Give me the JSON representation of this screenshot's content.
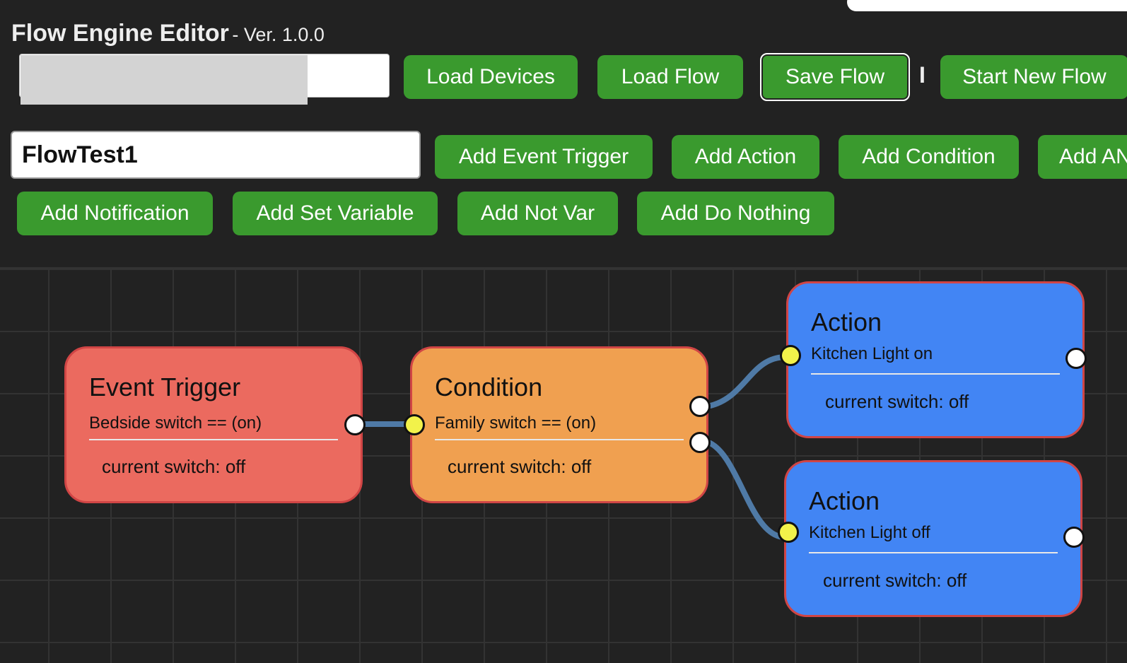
{
  "header": {
    "title": "Flow Engine Editor",
    "version": "- Ver. 1.0.0"
  },
  "toolbar_row1": {
    "device_input_value": "",
    "buttons": [
      "Load Devices",
      "Load Flow",
      "Save Flow",
      "Start New Flow"
    ],
    "separator": "I"
  },
  "toolbar_row2": {
    "flow_name": "FlowTest1",
    "buttons": [
      "Add Event Trigger",
      "Add Action",
      "Add Condition",
      "Add AND"
    ]
  },
  "toolbar_row3": {
    "buttons": [
      "Add Notification",
      "Add Set Variable",
      "Add Not Var",
      "Add Do Nothing"
    ]
  },
  "colors": {
    "button_green": "#3a9a2e",
    "event_trigger": "#eb6a5f",
    "condition": "#f0a050",
    "action": "#4285f4",
    "edge": "#4f7aa6"
  },
  "nodes": [
    {
      "type": "Event Trigger",
      "desc": "Bedside switch == (on)",
      "state": "current switch: off"
    },
    {
      "type": "Condition",
      "desc": "Family switch == (on)",
      "state": "current switch: off"
    },
    {
      "type": "Action",
      "desc": "Kitchen Light on",
      "state": "current switch: off"
    },
    {
      "type": "Action",
      "desc": "Kitchen Light off",
      "state": "current switch: off"
    }
  ]
}
